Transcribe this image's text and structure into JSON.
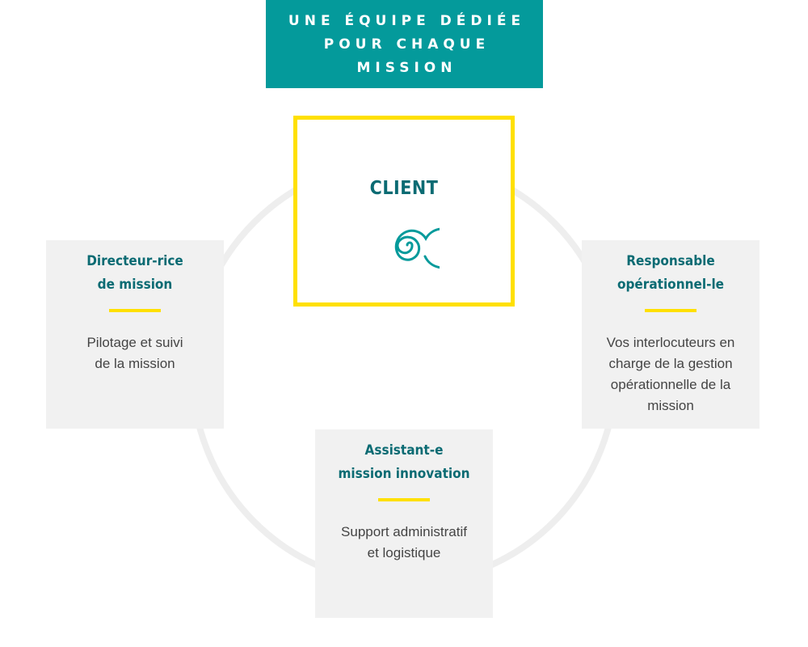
{
  "banner": {
    "lines": [
      "UNE ÉQUIPE DÉDIÉE",
      "POUR CHAQUE",
      "MISSION"
    ]
  },
  "client": {
    "title": "CLIENT",
    "icon": "spiral-icon"
  },
  "cards": {
    "left": {
      "title_lines": [
        "Directeur-rice",
        "de mission"
      ],
      "desc_lines": [
        "Pilotage et suivi",
        "de la mission"
      ]
    },
    "right": {
      "title_lines": [
        "Responsable",
        "opérationnel-le"
      ],
      "desc_lines": [
        "Vos interlocuteurs en",
        "charge de la gestion",
        "opérationnelle de la",
        "mission"
      ]
    },
    "bottom": {
      "title_lines": [
        "Assistant-e",
        "mission innovation"
      ],
      "desc_lines": [
        "Support administratif",
        "et logistique"
      ]
    }
  },
  "colors": {
    "teal": "#049a9b",
    "dark_teal": "#0b6b73",
    "yellow": "#ffe000",
    "card_bg": "#f1f1f1",
    "ring": "#eeeeee"
  }
}
